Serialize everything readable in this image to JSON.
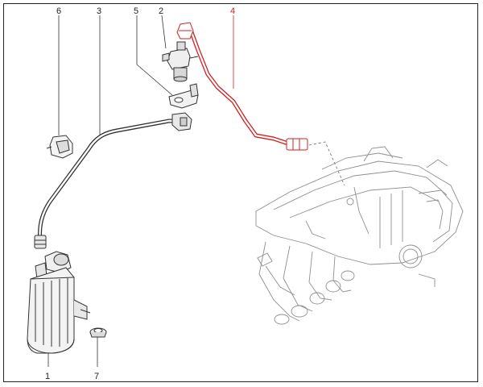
{
  "diagram": {
    "callouts": {
      "c1": "1",
      "c2": "2",
      "c3": "3",
      "c4": "4",
      "c5": "5",
      "c6": "6",
      "c7": "7"
    },
    "colors": {
      "line": "#333333",
      "highlight": "#d02020",
      "faint": "#9a9a9a"
    }
  }
}
